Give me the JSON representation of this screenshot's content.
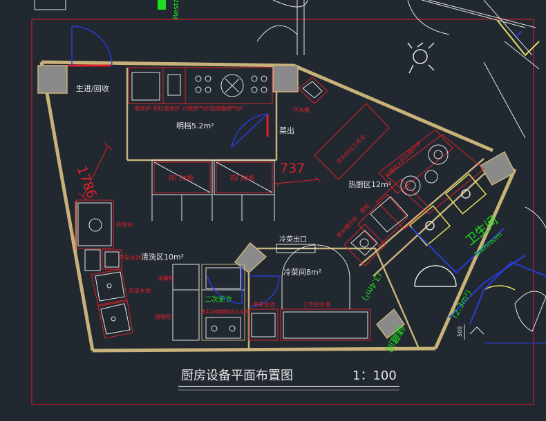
{
  "drawing": {
    "title": "厨房设备平面布置图",
    "scale": "1：100",
    "top_green_text": "Resta",
    "rooms": {
      "prep_room": "明档5.2m²",
      "hot_kitchen": "热厨区12m²",
      "washing": "清洗区10m²",
      "cold_room": "冷菜间8m²",
      "toilet_cn": "卫生间",
      "toilet_en": "bathroom",
      "locker": "二次更衣",
      "toilet_area": "(2.3m²)",
      "store": "(3.4m²)",
      "store_label": "储藏间"
    },
    "labels": {
      "entry": "生进/回收",
      "plate_out": "菜出",
      "cold_dish_out": "冷菜出口",
      "water_heater": "开水器",
      "four_door_1": "四门冰柜",
      "four_door_2": "四门冰柜",
      "fridge_row": "电炸炉 单缸电炸炉 六眼燃气炉连烤箱燃气炉",
      "prep_table": "双头炒灶工作台",
      "hood": "大锅灶+双头矮仔炉",
      "prep_sink": "单星水池",
      "wash_table": "收残台",
      "wash_sink_1": "单星水池",
      "wash_sink_2": "双星水池",
      "shelf": "消毒柜",
      "cabinet": "储物柜",
      "shelf2": "洗手池带脚踏式水龙头",
      "cold_sink": "单星水池",
      "work_table": "工作台水池",
      "stove_small": "单头矮仔炉",
      "stove_two": "蒸柜",
      "dim_1": "1786",
      "dim_2": "737",
      "dim_500": "500"
    }
  },
  "colors": {
    "background": "#212830",
    "wall": "#c8b27a",
    "red": "#e0202a",
    "white": "#e6e6e6",
    "green": "#1ee01e",
    "blue": "#2a3cd8",
    "yellow": "#e6e05a",
    "gray": "#8a8a8a"
  }
}
